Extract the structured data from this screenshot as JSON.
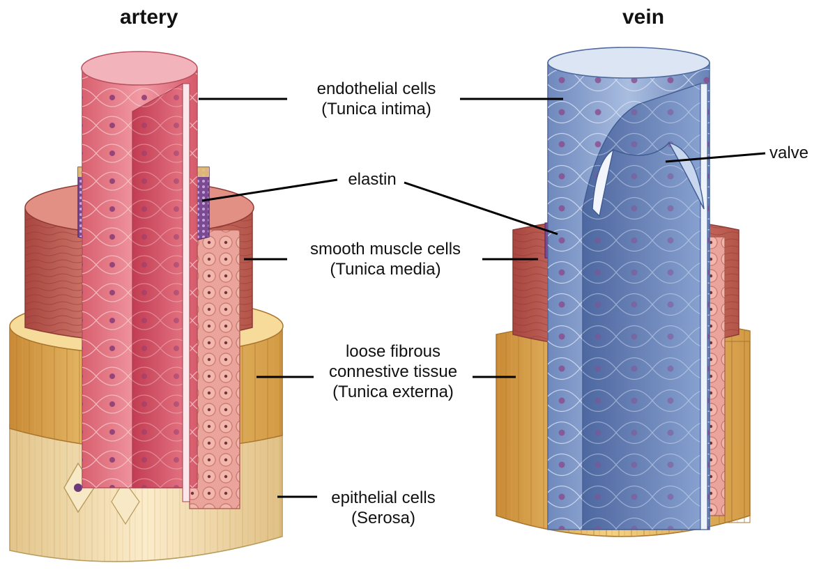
{
  "titles": {
    "artery": "artery",
    "vein": "vein"
  },
  "labels": {
    "endothelial": {
      "line1": "endothelial cells",
      "line2": "(Tunica intima)"
    },
    "elastin": {
      "line1": "elastin"
    },
    "smooth_muscle": {
      "line1": "smooth muscle cells",
      "line2": "(Tunica media)"
    },
    "connective": {
      "line1": "loose fibrous",
      "line2": "connestive tissue",
      "line3": "(Tunica externa)"
    },
    "epithelial": {
      "line1": "epithelial cells",
      "line2": "(Serosa)"
    },
    "valve": {
      "line1": "valve"
    }
  },
  "colors": {
    "intima_artery": "#e0707e",
    "intima_vein": "#8ea4cc",
    "elastin": "#8a5a9e",
    "media": "#c8645a",
    "externa": "#e6b85c",
    "serosa": "#f1dcae",
    "nucleus": "#7a2e5a"
  }
}
